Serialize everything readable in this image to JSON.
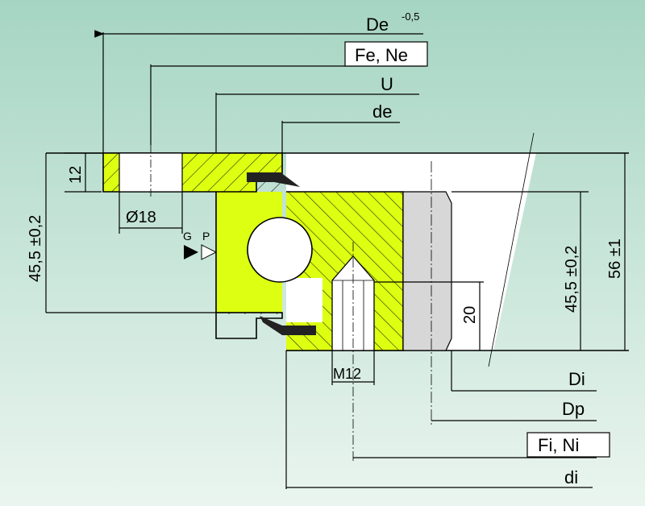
{
  "labels": {
    "de_outer": "De",
    "de_outer_tol": "-0,5",
    "fe_ne": "Fe, Ne",
    "u": "U",
    "de": "de",
    "dim_12": "12",
    "dim_455_left": "45,5 ±0,2",
    "hole_dia": "Ø18",
    "g": "G",
    "p": "P",
    "dim_455_right": "45,5 ±0,2",
    "dim_56": "56 ±1",
    "dim_20": "20",
    "thread": "M12",
    "di_upper": "Di",
    "dp": "Dp",
    "fi_ni": "Fi, Ni",
    "di_lower": "di"
  },
  "colors": {
    "background_top": "#a6d5c3",
    "background_bottom": "#eaf5ef",
    "ring_fill": "#ddff11",
    "ball_fill": "#ffffff",
    "spacer_fill": "#d7d7d7",
    "seal_fill": "#222222",
    "line": "#000000"
  }
}
